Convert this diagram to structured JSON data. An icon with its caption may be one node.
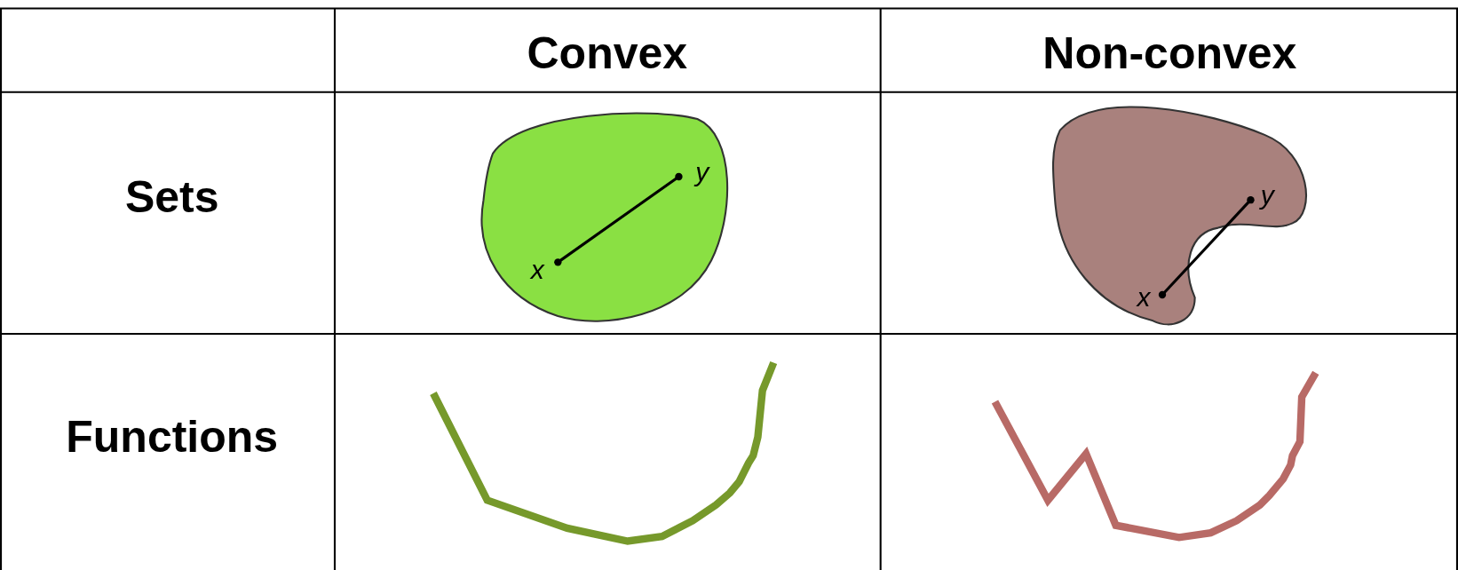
{
  "diagram": {
    "labels": [
      "Convex",
      "Non-convex",
      "Sets",
      "y",
      "x",
      "y",
      "x",
      "Functions"
    ]
  }
}
